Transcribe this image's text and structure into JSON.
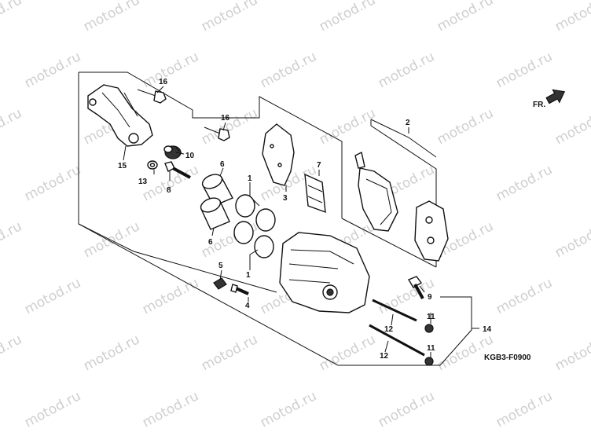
{
  "diagram": {
    "watermark": "motod.ru",
    "direction_label": "FR.",
    "figure_code": "KGB3-F0900",
    "callouts": [
      {
        "id": "c1a",
        "text": "1"
      },
      {
        "id": "c1b",
        "text": "1"
      },
      {
        "id": "c2",
        "text": "2"
      },
      {
        "id": "c3",
        "text": "3"
      },
      {
        "id": "c4",
        "text": "4"
      },
      {
        "id": "c5",
        "text": "5"
      },
      {
        "id": "c6a",
        "text": "6"
      },
      {
        "id": "c6b",
        "text": "6"
      },
      {
        "id": "c7",
        "text": "7"
      },
      {
        "id": "c8",
        "text": "8"
      },
      {
        "id": "c9",
        "text": "9"
      },
      {
        "id": "c10",
        "text": "10"
      },
      {
        "id": "c11a",
        "text": "11"
      },
      {
        "id": "c11b",
        "text": "11"
      },
      {
        "id": "c12a",
        "text": "12"
      },
      {
        "id": "c12b",
        "text": "12"
      },
      {
        "id": "c13",
        "text": "13"
      },
      {
        "id": "c14",
        "text": "14"
      },
      {
        "id": "c15",
        "text": "15"
      },
      {
        "id": "c16a",
        "text": "16"
      },
      {
        "id": "c16b",
        "text": "16"
      }
    ]
  }
}
